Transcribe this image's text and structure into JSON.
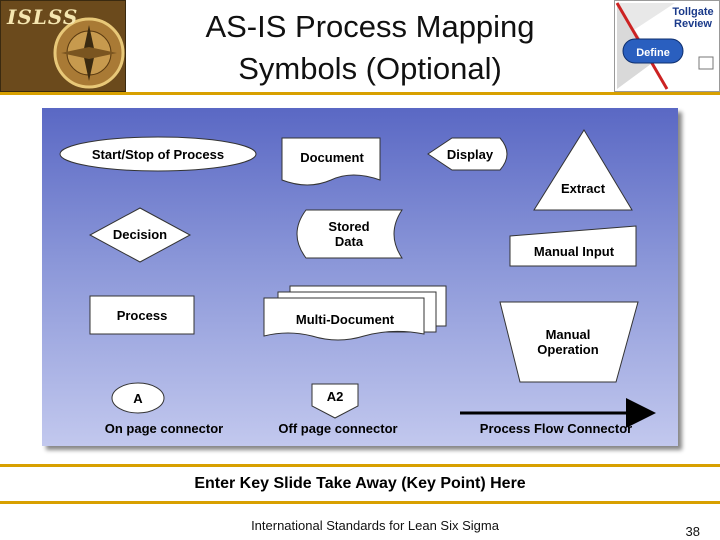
{
  "logo": {
    "text": "ISLSS"
  },
  "title": {
    "line1": "AS-IS Process Mapping",
    "line2": "Symbols (Optional)"
  },
  "tollgate": {
    "label": "Tollgate Review",
    "phase": "Define"
  },
  "symbols": {
    "start_stop": "Start/Stop of Process",
    "document": "Document",
    "display": "Display",
    "extract": "Extract",
    "decision": "Decision",
    "stored_data_1": "Stored",
    "stored_data_2": "Data",
    "manual_input": "Manual Input",
    "process": "Process",
    "multi_document": "Multi-Document",
    "manual_operation_1": "Manual",
    "manual_operation_2": "Operation",
    "connector_letter": "A",
    "on_page": "On page connector",
    "off_page_letter": "A2",
    "off_page": "Off page connector",
    "flow": "Process Flow Connector"
  },
  "takeaway": "Enter Key Slide Take Away (Key Point) Here",
  "footer": "International Standards for Lean Six Sigma",
  "page_number": "38",
  "colors": {
    "accent_rule": "#d8a000",
    "diagram_top": "#5a68c4",
    "diagram_bottom": "#c2c8ee"
  }
}
